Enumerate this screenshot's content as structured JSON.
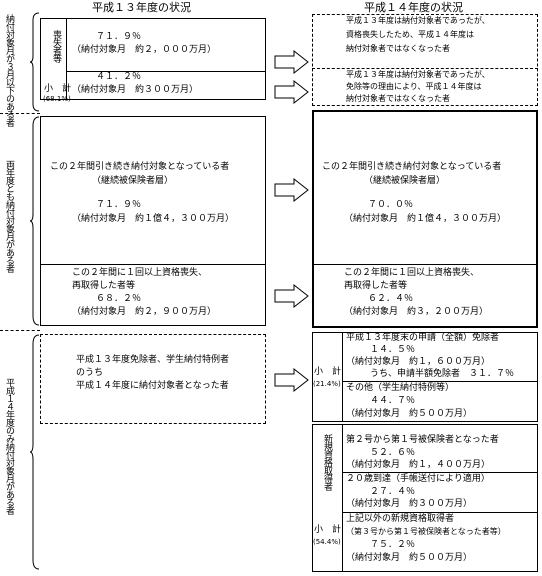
{
  "headers": {
    "left": "平成１３年度の状況",
    "right": "平成１４年度の状況"
  },
  "section1": {
    "side_label": "納付対象月が３月以下のある者",
    "left": {
      "sub_label": "喪失者等",
      "line1": "７１．９％",
      "line2": "（納付対象月　約２，０００万月）",
      "subtotal_label": "小　計",
      "subtotal_pct": "(68.1%)",
      "line3": "４１．２％",
      "line4": "（納付対象月　約３００万月）"
    },
    "right": {
      "a1": "平成１３年度は納付対象者であったが、",
      "a2": "資格喪失したため、平成１４年度は",
      "a3": "納付対象者ではなくなった者",
      "b1": "平成１３年度は納付対象者であったが、",
      "b2": "免除等の理由により、平成１４年度は",
      "b3": "納付対象者ではなくなった者"
    }
  },
  "section2": {
    "side_label": "両年度とも納付対象月がある者",
    "left": {
      "l1": "この２年間引き続き納付対象となっている者",
      "l2": "（継続被保険者層）",
      "l3": "７１．９％",
      "l4": "（納付対象月　約１億４，３００万月）",
      "m1": "この２年間に１回以上資格喪失、",
      "m2": "再取得した者等",
      "m3": "６８．２％",
      "m4": "（納付対象月　約２，９００万月）"
    },
    "right": {
      "l1": "この２年間引き続き納付対象となっている者",
      "l2": "（継続被保険者層）",
      "l3": "７０．０％",
      "l4": "（納付対象月　約１億４，３００万月）",
      "m1": "この２年間に１回以上資格喪失、",
      "m2": "再取得した者等",
      "m3": "６２．４％",
      "m4": "（納付対象月　約３，２００万月）"
    }
  },
  "section3": {
    "side_label": "平成１４年度のみ納付対象月がある者",
    "left": {
      "l1": "平成１３年度免除者、学生納付特例者",
      "l2": "のうち",
      "l3": "平成１４年度に納付対象者となった者"
    },
    "right_a": {
      "subtotal_label": "小　計",
      "subtotal_pct": "(21.4%)",
      "r1": "平成１３年度末の申請（全額）免除者",
      "r2": "１４．５％",
      "r3": "（納付対象月　約１，６００万月）",
      "r4": "うち、申請半額免除者　３１．７％",
      "r5": "その他（学生納付特例等）",
      "r6": "４４．７％",
      "r7": "（納付対象月　約５００万月）"
    },
    "right_b": {
      "group_label": "新規資格取得者",
      "subtotal_label": "小　計",
      "subtotal_pct": "(54.4%)",
      "r1": "第２号から第１号被保険者となった者",
      "r2": "５２．６％",
      "r3": "（納付対象月　約１，４００万月）",
      "r4": "２０歳到達（手帳送付により適用）",
      "r5": "２７．４％",
      "r6": "（納付対象月　約３００万月）",
      "r7": "上記以外の新規資格取得者",
      "r8": "（第３号から第１号被保険者となった者等）",
      "r9": "７５．２％",
      "r10": "（納付対象月　約５００万月）"
    }
  }
}
